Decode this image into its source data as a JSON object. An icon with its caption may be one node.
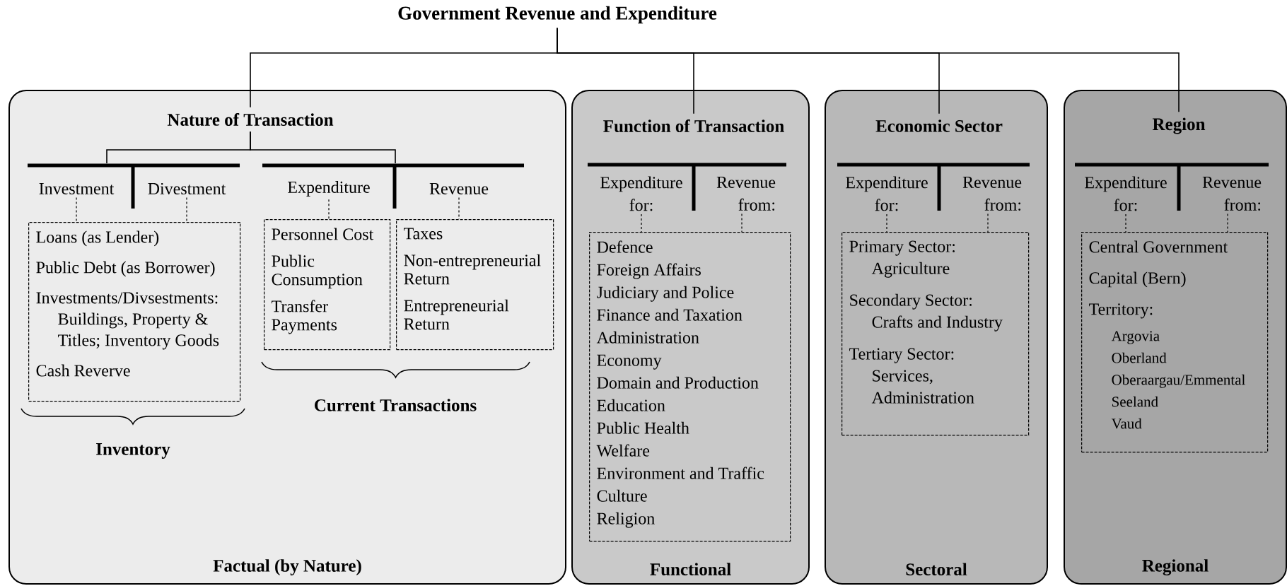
{
  "diagram": {
    "nodes": [
      {
        "text": [
          "Government Revenue and Expenditure"
        ]
      },
      {
        "text": [
          "Factual (by Nature)"
        ]
      },
      {
        "text": [
          "Nature of Transaction"
        ],
        "in": 1
      },
      {
        "text": [],
        "shape": "bar",
        "in": 1
      },
      {
        "text": [],
        "shape": "bar",
        "in": 1
      },
      {
        "text": [
          "Investment"
        ],
        "in": 1
      },
      {
        "text": [
          "Divestment"
        ],
        "in": 1
      },
      {
        "text": [
          "Expenditure"
        ],
        "in": 1
      },
      {
        "text": [
          "Revenue"
        ],
        "in": 1
      },
      {
        "text": [
          "Loans (as Lender)",
          "Public Debt (as Borrower)",
          "Investments/Divsestments:",
          "Buildings, Property & Titles; Inventory Goods",
          "Cash Reverve"
        ],
        "in": 1
      },
      {
        "text": [
          "Personnel Cost",
          "Public Consumption",
          "Transfer Payments"
        ],
        "in": 1
      },
      {
        "text": [
          "Taxes",
          "Non-entrepreneurial Return",
          "Entrepreneurial Return"
        ],
        "in": 1
      },
      {
        "text": [
          "Functional"
        ]
      },
      {
        "text": [
          "Function of Transaction"
        ],
        "in": 12
      },
      {
        "text": [],
        "shape": "bar",
        "in": 12
      },
      {
        "text": [
          "Expenditure for:"
        ],
        "in": 12
      },
      {
        "text": [
          "Revenue from:"
        ],
        "in": 12
      },
      {
        "text": [
          "Defence",
          "Foreign Affairs",
          "Judiciary and Police",
          "Finance and Taxation",
          "Administration",
          "Economy",
          "Domain and Production",
          "Education",
          "Public Health",
          "Welfare",
          "Environment and Traffic",
          "Culture",
          "Religion"
        ],
        "in": 12
      },
      {
        "text": [
          "Sectoral"
        ]
      },
      {
        "text": [
          "Economic Sector"
        ],
        "in": 18
      },
      {
        "text": [],
        "shape": "bar",
        "in": 18
      },
      {
        "text": [
          "Expenditure for:"
        ],
        "in": 18
      },
      {
        "text": [
          "Revenue from:"
        ],
        "in": 18
      },
      {
        "text": [
          "Primary Sector:",
          "Agriculture",
          "Secondary Sector:",
          "Crafts and Industry",
          "Tertiary Sector:",
          "Services, Administration"
        ],
        "in": 18
      },
      {
        "text": [
          "Regional"
        ]
      },
      {
        "text": [
          "Region"
        ],
        "in": 24
      },
      {
        "text": [],
        "shape": "bar",
        "in": 24
      },
      {
        "text": [
          "Expenditure for:"
        ],
        "in": 24
      },
      {
        "text": [
          "Revenue from:"
        ],
        "in": 24
      },
      {
        "text": [
          "Central Government",
          "Capital (Bern)",
          "Territory:",
          "Argovia",
          "Oberland",
          "Oberaargau/Emmental",
          "Seeland",
          "Vaud"
        ],
        "in": 24
      }
    ],
    "edges": [
      {
        "from": 0,
        "to": 2,
        "arrow": "none"
      },
      {
        "from": 0,
        "to": 13,
        "arrow": "none"
      },
      {
        "from": 0,
        "to": 19,
        "arrow": "none"
      },
      {
        "from": 0,
        "to": 25,
        "arrow": "none"
      },
      {
        "from": 2,
        "to": 3,
        "arrow": "none"
      },
      {
        "from": 2,
        "to": 4,
        "arrow": "none"
      },
      {
        "from": 5,
        "to": 9,
        "arrow": "none",
        "style": "dashed"
      },
      {
        "from": 6,
        "to": 9,
        "arrow": "none",
        "style": "dashed"
      },
      {
        "from": 7,
        "to": 10,
        "arrow": "none",
        "style": "dashed"
      },
      {
        "from": 8,
        "to": 11,
        "arrow": "none",
        "style": "dashed"
      },
      {
        "from": 15,
        "to": 17,
        "arrow": "none",
        "style": "dashed"
      },
      {
        "from": 16,
        "to": 17,
        "arrow": "none",
        "style": "dashed"
      },
      {
        "from": 21,
        "to": 23,
        "arrow": "none",
        "style": "dashed"
      },
      {
        "from": 22,
        "to": 23,
        "arrow": "none",
        "style": "dashed"
      },
      {
        "from": 27,
        "to": 29,
        "arrow": "none",
        "style": "dashed"
      },
      {
        "from": 28,
        "to": 29,
        "arrow": "none",
        "style": "dashed"
      }
    ],
    "labels": [
      "Inventory",
      "Current Transactions"
    ]
  }
}
